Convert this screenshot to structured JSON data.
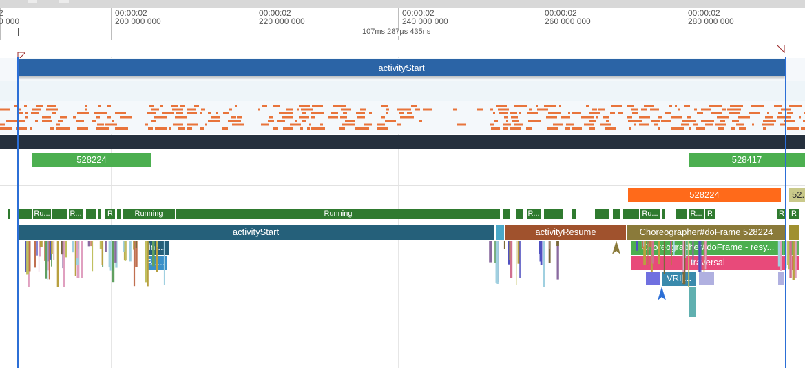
{
  "colors": {
    "selection": "#2b64a6",
    "vline": "#2c6fd6",
    "cpu_mark": "#e8743b",
    "running": "#2f7a2f",
    "slice_teal": "#25607a",
    "slice_brown": "#a0522d",
    "slice_olive": "#8a7a3a",
    "slice_green": "#4caf50",
    "slice_pink": "#e84a7a",
    "slice_orange": "#ff6a1a"
  },
  "ruler": {
    "ticks": [
      {
        "top": "2",
        "bottom": "0 000"
      },
      {
        "top": "00:00:02",
        "bottom": "200 000 000"
      },
      {
        "top": "00:00:02",
        "bottom": "220 000 000"
      },
      {
        "top": "00:00:02",
        "bottom": "240 000 000"
      },
      {
        "top": "00:00:02",
        "bottom": "260 000 000"
      },
      {
        "top": "00:00:02",
        "bottom": "280 000 000"
      }
    ],
    "measurement": "107ms 287µs 435ns"
  },
  "selection": {
    "label": "activityStart"
  },
  "cpu_freq": {
    "a": "528224",
    "b": "528417",
    "c": "528224",
    "d": "52..."
  },
  "thread_states": {
    "s1": "Ru...",
    "s2": "R...",
    "s3": "R",
    "s4": "Running",
    "s5": "Running",
    "s6": "R...",
    "s7": "Ru...",
    "s8": "R...",
    "s9": "R",
    "s10": "R",
    "s11": "R"
  },
  "slices": {
    "activity_start": "activityStart",
    "activity_resume": "activityResume",
    "choreographer": "Choreographer#doFrame 528224",
    "choreographer_resync": "Choreographer#doFrame - resy...",
    "traversal": "traversal",
    "inf": "inf...",
    "bu": "Bu...",
    "vri": "VRI[..."
  }
}
